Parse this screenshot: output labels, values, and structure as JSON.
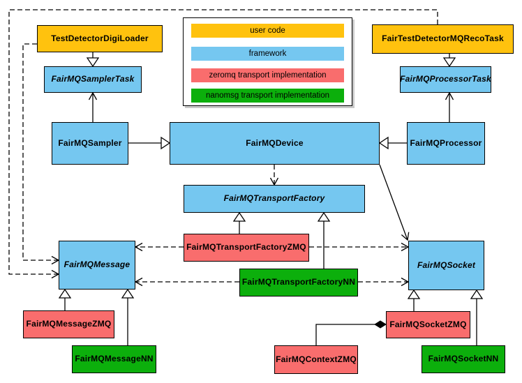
{
  "diagram_type": "uml-class-diagram",
  "colors": {
    "user_code": "#FFC20E",
    "framework": "#75C7F0",
    "zeromq": "#F96D6D",
    "nanomsg": "#0CAF0C",
    "border": "#000000",
    "background": "#FFFFFF"
  },
  "legend": {
    "items": [
      {
        "label": "user code",
        "kind": "user_code"
      },
      {
        "label": "framework",
        "kind": "framework"
      },
      {
        "label": "zeromq transport implementation",
        "kind": "zeromq"
      },
      {
        "label": "nanomsg transport implementation",
        "kind": "nanomsg"
      }
    ]
  },
  "nodes": {
    "test_detector_digi_loader": {
      "label": "TestDetectorDigiLoader",
      "kind": "user_code",
      "abstract": false
    },
    "fair_test_detector_mq_reco_task": {
      "label": "FairTestDetectorMQRecoTask",
      "kind": "user_code",
      "abstract": false
    },
    "fairmq_sampler_task": {
      "label": "FairMQSamplerTask",
      "kind": "framework",
      "abstract": true
    },
    "fairmq_processor_task": {
      "label": "FairMQProcessorTask",
      "kind": "framework",
      "abstract": true
    },
    "fairmq_sampler": {
      "label": "FairMQSampler",
      "kind": "framework",
      "abstract": false
    },
    "fairmq_device": {
      "label": "FairMQDevice",
      "kind": "framework",
      "abstract": false
    },
    "fairmq_processor": {
      "label": "FairMQProcessor",
      "kind": "framework",
      "abstract": false
    },
    "fairmq_transport_factory": {
      "label": "FairMQTransportFactory",
      "kind": "framework",
      "abstract": true
    },
    "fairmq_transport_factory_zmq": {
      "label": "FairMQTransportFactoryZMQ",
      "kind": "zeromq",
      "abstract": false
    },
    "fairmq_transport_factory_nn": {
      "label": "FairMQTransportFactoryNN",
      "kind": "nanomsg",
      "abstract": false
    },
    "fairmq_message": {
      "label": "FairMQMessage",
      "kind": "framework",
      "abstract": true
    },
    "fairmq_socket": {
      "label": "FairMQSocket",
      "kind": "framework",
      "abstract": true
    },
    "fairmq_message_zmq": {
      "label": "FairMQMessageZMQ",
      "kind": "zeromq",
      "abstract": false
    },
    "fairmq_message_nn": {
      "label": "FairMQMessageNN",
      "kind": "nanomsg",
      "abstract": false
    },
    "fairmq_socket_zmq": {
      "label": "FairMQSocketZMQ",
      "kind": "zeromq",
      "abstract": false
    },
    "fairmq_socket_nn": {
      "label": "FairMQSocketNN",
      "kind": "nanomsg",
      "abstract": false
    },
    "fairmq_context_zmq": {
      "label": "FairMQContextZMQ",
      "kind": "zeromq",
      "abstract": false
    }
  },
  "relationships": [
    {
      "from": "TestDetectorDigiLoader",
      "to": "FairMQSamplerTask",
      "type": "inheritance"
    },
    {
      "from": "FairTestDetectorMQRecoTask",
      "to": "FairMQProcessorTask",
      "type": "inheritance"
    },
    {
      "from": "FairMQSampler",
      "to": "FairMQDevice",
      "type": "inheritance"
    },
    {
      "from": "FairMQProcessor",
      "to": "FairMQDevice",
      "type": "inheritance"
    },
    {
      "from": "FairMQSampler",
      "to": "FairMQSamplerTask",
      "type": "association"
    },
    {
      "from": "FairMQProcessor",
      "to": "FairMQProcessorTask",
      "type": "association"
    },
    {
      "from": "FairMQDevice",
      "to": "FairMQSocket",
      "type": "association"
    },
    {
      "from": "FairMQDevice",
      "to": "FairMQTransportFactory",
      "type": "dependency"
    },
    {
      "from": "FairMQTransportFactoryZMQ",
      "to": "FairMQTransportFactory",
      "type": "inheritance"
    },
    {
      "from": "FairMQTransportFactoryNN",
      "to": "FairMQTransportFactory",
      "type": "inheritance"
    },
    {
      "from": "FairMQTransportFactoryZMQ",
      "to": "FairMQMessage",
      "type": "dependency"
    },
    {
      "from": "FairMQTransportFactoryZMQ",
      "to": "FairMQSocket",
      "type": "dependency"
    },
    {
      "from": "FairMQTransportFactoryNN",
      "to": "FairMQMessage",
      "type": "dependency"
    },
    {
      "from": "FairMQTransportFactoryNN",
      "to": "FairMQSocket",
      "type": "dependency"
    },
    {
      "from": "TestDetectorDigiLoader",
      "to": "FairMQMessage",
      "type": "dependency"
    },
    {
      "from": "FairTestDetectorMQRecoTask",
      "to": "FairMQMessage",
      "type": "dependency"
    },
    {
      "from": "FairMQMessageZMQ",
      "to": "FairMQMessage",
      "type": "inheritance"
    },
    {
      "from": "FairMQMessageNN",
      "to": "FairMQMessage",
      "type": "inheritance"
    },
    {
      "from": "FairMQSocketZMQ",
      "to": "FairMQSocket",
      "type": "inheritance"
    },
    {
      "from": "FairMQSocketNN",
      "to": "FairMQSocket",
      "type": "inheritance"
    },
    {
      "from": "FairMQSocketZMQ",
      "to": "FairMQContextZMQ",
      "type": "composition"
    }
  ]
}
